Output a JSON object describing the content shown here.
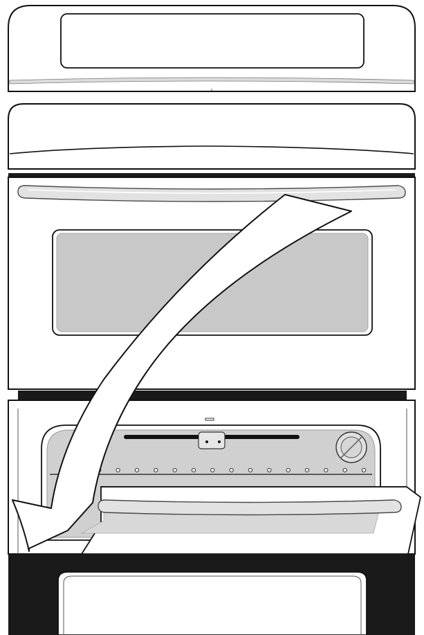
{
  "figure": {
    "subject": "double-wall-oven-line-drawing",
    "lower_oven": {
      "door_state": "partially-open"
    },
    "rack": {
      "hole_count": 16
    }
  },
  "colors": {
    "background": "#ffffff",
    "line": "#111111",
    "panel_fill": "#ffffff",
    "window_fill": "#c8c8c8",
    "window_border": "#a8a8a8",
    "handle_fill": "#e2e2e2",
    "handle_stroke": "#4a4a4a",
    "dark_band": "#1a1a1a",
    "interior_fill": "#d0d0d0",
    "arrow_fill": "#ffffff"
  }
}
